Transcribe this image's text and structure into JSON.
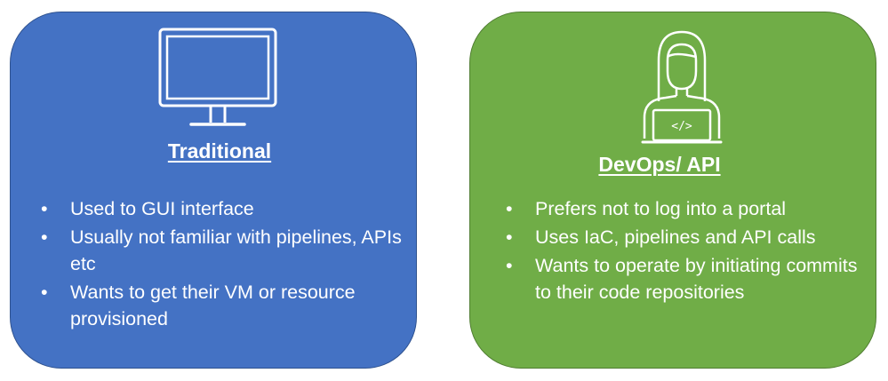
{
  "colors": {
    "traditional_fill": "#4472c4",
    "traditional_border": "#2f528f",
    "devops_fill": "#70ad47",
    "devops_border": "#507e32",
    "text": "#ffffff"
  },
  "cards": {
    "traditional": {
      "icon": "monitor-icon",
      "title": "Traditional",
      "bullets": [
        "Used to GUI interface",
        "Usually not familiar with pipelines, APIs etc",
        "Wants to get their VM or resource provisioned"
      ]
    },
    "devops": {
      "icon": "developer-laptop-icon",
      "icon_code_glyph": "</>",
      "title": "DevOps/ API",
      "bullets": [
        "Prefers not to log into a portal",
        "Uses IaC, pipelines and API calls",
        "Wants to operate by initiating commits to their code repositories"
      ]
    }
  }
}
